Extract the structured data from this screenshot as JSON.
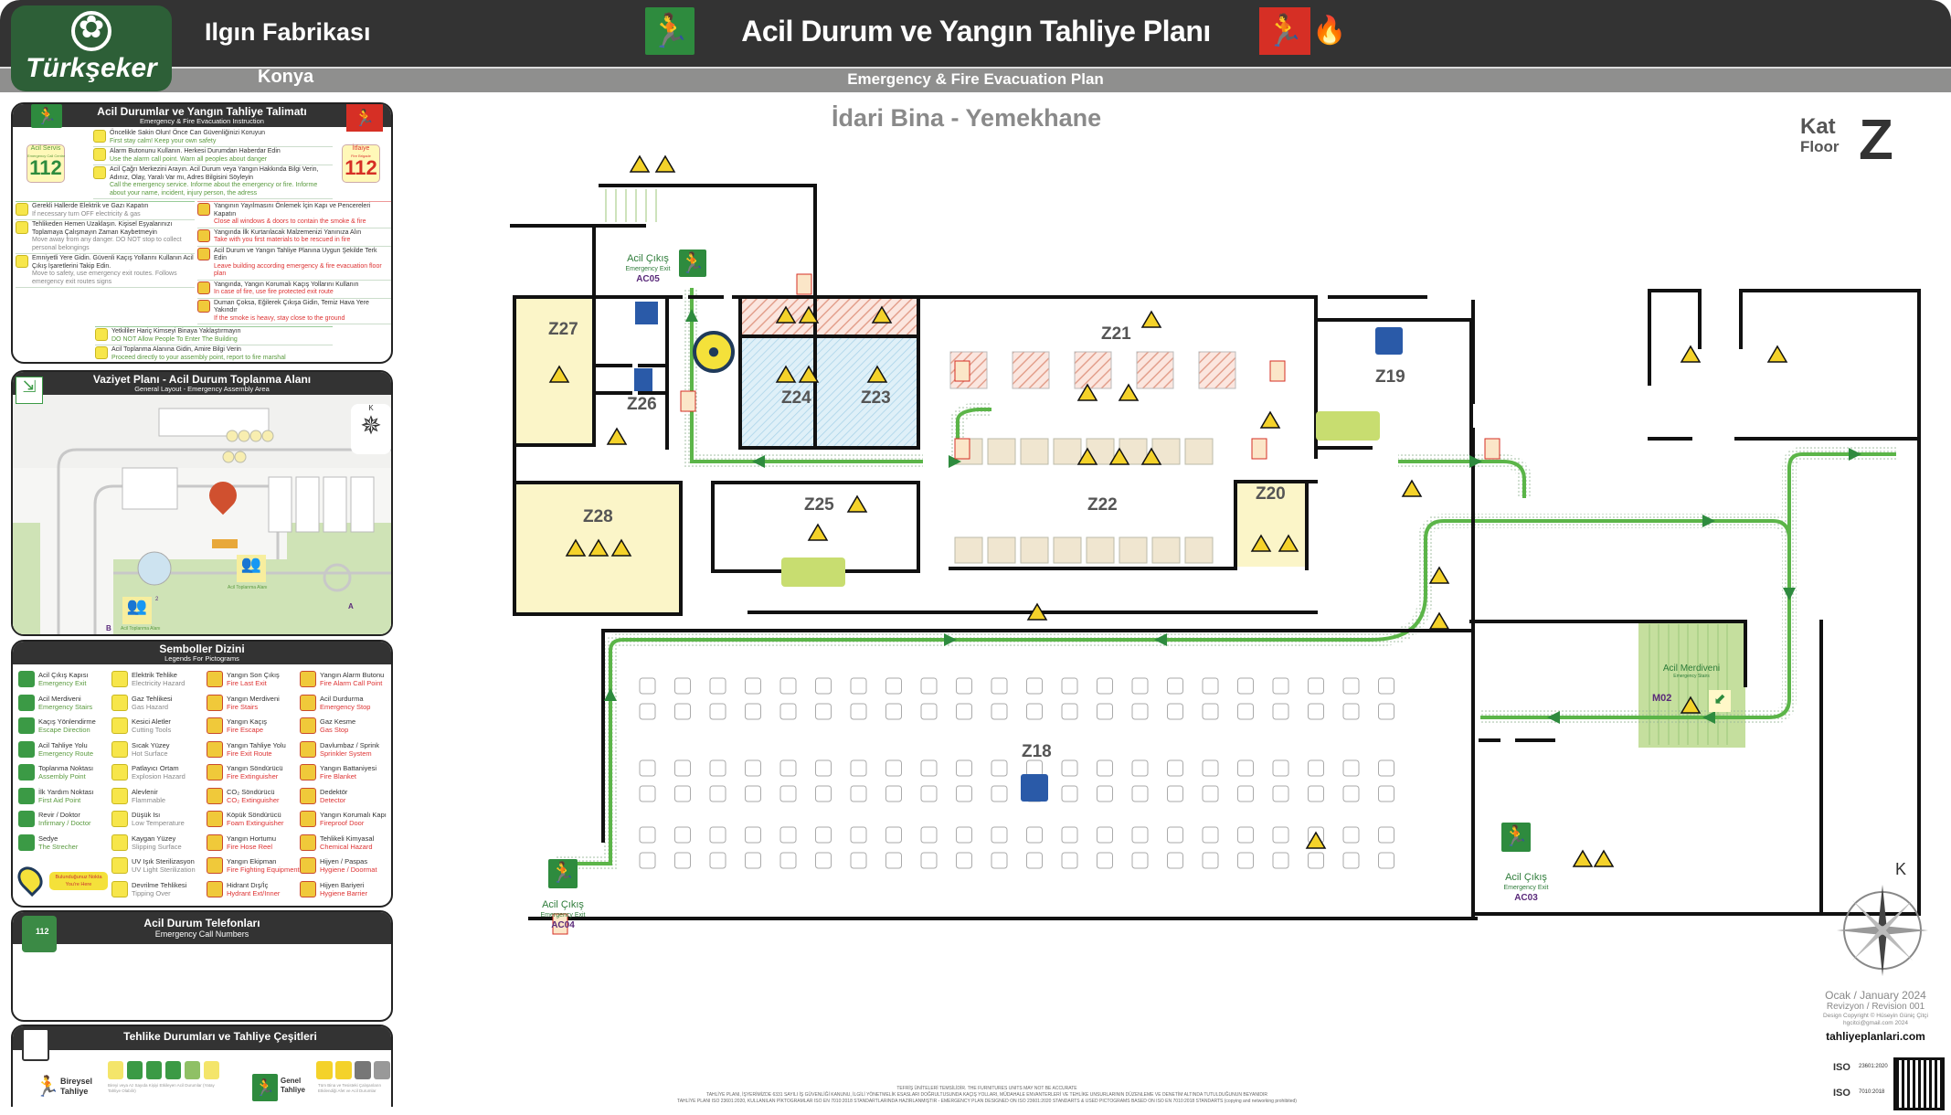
{
  "header": {
    "brand": "Türkşeker",
    "facility": "Ilgın Fabrikası",
    "city": "Konya",
    "title": "Acil Durum ve Yangın Tahliye Planı",
    "subtitle": "Emergency & Fire Evacuation Plan"
  },
  "instructions": {
    "title": "Acil Durumlar ve Yangın Tahliye Talimatı",
    "subtitle": "Emergency & Fire Evacuation Instruction",
    "emergency_service": {
      "label": "Acil Servis",
      "sub": "Emergency Call Centre",
      "number": "112"
    },
    "fire_brigade": {
      "label": "İtfaiye",
      "sub": "Fire Brigade",
      "number": "112"
    },
    "center_items": [
      {
        "tr": "Öncelikle Sakin Olun! Önce Can Güvenliğinizi Koruyun",
        "en": "First stay calm! Keep your own safety"
      },
      {
        "tr": "Alarm Butonunu Kullanın. Herkesi Durumdan Haberdar Edin",
        "en": "Use the alarm call point. Warn all peoples about danger"
      },
      {
        "tr": "Acil Çağrı Merkezini Arayın. Acil Durum veya Yangın Hakkında Bilgi Verin, Adınız, Olay, Yaralı Var mı, Adres Bilgisini Söyleyin",
        "en": "Call the emergency service. Informe about the emergency or fire. Informe about your name, incident, injury person, the adress"
      }
    ],
    "left_items": [
      {
        "tr": "Gerekli Hallerde Elektrik ve Gazı Kapatın",
        "en": "If necessary turn OFF electricity & gas"
      },
      {
        "tr": "Tehlikeden Hemen Uzaklaşın. Kişisel Eşyalarınızı Toplamaya Çalışmayın Zaman Kaybetmeyin",
        "en": "Move away from any danger. DO NOT stop to collect personal belongings"
      },
      {
        "tr": "Emniyetli Yere Gidin. Güvenli Kaçış Yollarını Kullanın Acil Çıkış İşaretlerini Takip Edin.",
        "en": "Move to safety, use emergency exit routes. Follows emergency exit routes signs"
      }
    ],
    "right_items": [
      {
        "tr": "Yangının Yayılmasını Önlemek İçin Kapı ve Pencereleri Kapatın",
        "en": "Close all windows & doors to contain the smoke & fire"
      },
      {
        "tr": "Yangında İlk Kurtarılacak Malzemenizi Yanınıza Alın",
        "en": "Take with you first materials to be rescued in fire"
      },
      {
        "tr": "Acil Durum ve Yangın Tahliye Planına Uygun Şekilde Terk Edin",
        "en": "Leave building according emergency & fire evacuation floor plan"
      },
      {
        "tr": "Yangında, Yangın Korumalı Kaçış Yollarını Kullanın",
        "en": "In case of fire, use fire protected exit route"
      },
      {
        "tr": "Duman Çoksa, Eğilerek Çıkışa Gidin, Temiz Hava Yere Yakındır",
        "en": "If the smoke is heavy, stay close to the ground"
      }
    ],
    "bottom_items": [
      {
        "tr": "Yetkililer Hariç Kimseyi Binaya Yaklaştırmayın",
        "en": "DO NOT Allow People To Enter The Building"
      },
      {
        "tr": "Acil Toplanma Alanına Gidin, Amire Bilgi Verin",
        "en": "Proceed directly to your assembly point, report to fire marshal"
      }
    ]
  },
  "site_plan": {
    "title": "Vaziyet Planı - Acil Durum Toplanma Alanı",
    "subtitle": "General Layout - Emergency Assembly Area",
    "north": "K",
    "assembly_1": "Acil Toplanma Alanı",
    "assembly_2": "Acil Toplanma Alanı",
    "assembly_2_number": "2",
    "gate_a": "A",
    "gate_b": "B"
  },
  "legend": {
    "title": "Semboller Dizini",
    "subtitle": "Legends For Pictograms",
    "you_are_here": {
      "tr": "Bulunduğunuz Nokta",
      "en": "You're Here"
    },
    "columns": [
      [
        {
          "tr": "Acil Çıkış Kapısı",
          "en": "Emergency Exit"
        },
        {
          "tr": "Acil Merdiveni",
          "en": "Emergency Stairs"
        },
        {
          "tr": "Kaçış Yönlendirme",
          "en": "Escape Direction"
        },
        {
          "tr": "Acil Tahliye Yolu",
          "en": "Emergency Route"
        },
        {
          "tr": "Toplanma Noktası",
          "en": "Assembly Point"
        },
        {
          "tr": "İlk Yardım Noktası",
          "en": "First Aid Point"
        },
        {
          "tr": "Revir / Doktor",
          "en": "Infirmary / Doctor"
        },
        {
          "tr": "Sedye",
          "en": "The Strecher"
        }
      ],
      [
        {
          "tr": "Elektrik Tehlike",
          "en": "Electricity Hazard"
        },
        {
          "tr": "Gaz Tehlikesi",
          "en": "Gas Hazard"
        },
        {
          "tr": "Kesici Aletler",
          "en": "Cutting Tools"
        },
        {
          "tr": "Sıcak Yüzey",
          "en": "Hot Surface"
        },
        {
          "tr": "Patlayıcı Ortam",
          "en": "Explosion Hazard"
        },
        {
          "tr": "Alevlenir",
          "en": "Flammable"
        },
        {
          "tr": "Düşük Isı",
          "en": "Low Temperature"
        },
        {
          "tr": "Kaygan Yüzey",
          "en": "Slipping Surface"
        },
        {
          "tr": "UV Işık Sterilizasyon",
          "en": "UV Light Sterilization"
        },
        {
          "tr": "Devrilme Tehlikesi",
          "en": "Tipping Over"
        }
      ],
      [
        {
          "tr": "Yangın Son Çıkış",
          "en": "Fire Last Exit"
        },
        {
          "tr": "Yangın Merdiveni",
          "en": "Fire Stairs"
        },
        {
          "tr": "Yangın Kaçış",
          "en": "Fire Escape"
        },
        {
          "tr": "Yangın Tahliye Yolu",
          "en": "Fire Exit Route"
        },
        {
          "tr": "Yangın Söndürücü",
          "en": "Fire Extinguisher"
        },
        {
          "tr": "CO₂ Söndürücü",
          "en": "CO₂ Extinguisher"
        },
        {
          "tr": "Köpük Söndürücü",
          "en": "Foam Extinguisher"
        },
        {
          "tr": "Yangın Hortumu",
          "en": "Fire Hose Reel"
        },
        {
          "tr": "Yangın Ekipman",
          "en": "Fire Fighting Equipment"
        },
        {
          "tr": "Hidrant Dış/İç",
          "en": "Hydrant Ext/Inner"
        }
      ],
      [
        {
          "tr": "Yangın Alarm Butonu",
          "en": "Fire Alarm Call Point"
        },
        {
          "tr": "Acil Durdurma",
          "en": "Emergency Stop"
        },
        {
          "tr": "Gaz Kesme",
          "en": "Gas Stop"
        },
        {
          "tr": "Davlumbaz / Sprink",
          "en": "Sprinkler System"
        },
        {
          "tr": "Yangın Battaniyesi",
          "en": "Fire Blanket"
        },
        {
          "tr": "Dedektör",
          "en": "Detector"
        },
        {
          "tr": "Yangın Korumalı Kapı",
          "en": "Fireproof Door"
        },
        {
          "tr": "Tehlikeli Kimyasal",
          "en": "Chemical Hazard"
        },
        {
          "tr": "Hijyen / Paspas",
          "en": "Hygiene / Doormat"
        },
        {
          "tr": "Hijyen Bariyeri",
          "en": "Hygiene Barrier"
        }
      ]
    ]
  },
  "phones": {
    "title": "Acil Durum Telefonları",
    "subtitle": "Emergency Call Numbers",
    "icon_number": "112"
  },
  "evacuation_types": {
    "title": "Tehlike Durumları ve Tahliye Çeşitleri",
    "individual": {
      "line1": "Bireysel",
      "line2": "Tahliye",
      "desc": "Bireyi veya Az Sayıda Kişiyi Etkileyen Acil Durumlar (Yatay Tahliye Olabilir)"
    },
    "general": {
      "line1": "Genel",
      "line2": "Tahliye",
      "desc": "Tüm Bina ve Tesisteki Çalışanların Etkilendiği Afet ve Acil Durumlar"
    }
  },
  "plan": {
    "building": "İdari Bina - Yemekhane",
    "floor_tr": "Kat",
    "floor_en": "Floor",
    "floor_code": "Z",
    "rooms": [
      "Z27",
      "Z26",
      "Z24",
      "Z23",
      "Z21",
      "Z19",
      "Z28",
      "Z25",
      "Z22",
      "Z20",
      "Z18"
    ],
    "stairs": {
      "tr": "Acil Merdiveni",
      "en": "Emergency Stairs",
      "code": "M02"
    },
    "exits": [
      {
        "tr": "Acil Çıkış",
        "en": "Emergency Exit",
        "code": "AC05"
      },
      {
        "tr": "Acil Çıkış",
        "en": "Emergency Exit",
        "code": "AC04"
      },
      {
        "tr": "Acil Çıkış",
        "en": "Emergency Exit",
        "code": "AC03"
      }
    ],
    "north": "K"
  },
  "info": {
    "date": "Ocak / January 2024",
    "revision": "Revizyon / Revision 001",
    "copyright": "Design Copyright © Hüseyin Güniç Çitçi",
    "email": "hgcitci@gmail.com 2024",
    "website": "tahliyeplanlari.com",
    "iso1": "23601:2020",
    "iso2": "7010:2018",
    "iso_label": "ISO"
  },
  "footer": {
    "line1": "TEFRİŞ ÜNİTELERİ TEMSİLİDİR. THE FURNITURES UNITS MAY NOT BE ACCURATE",
    "line2": "TAHLİYE PLANI, İŞYERİMİZDE 6331 SAYILI İŞ GÜVENLİĞİ KANUNU, İLGİLİ YÖNETMELİK ESASLARI DOĞRULTUSUNDA KAÇIŞ YOLLARI, MÜDAHALE ENVANTERLERİ VE TEHLİKE UNSURLARININ DÜZENLEME VE DENETİM ALTINDA TUTULDUĞUNUN BEYANIDIR",
    "line3": "TAHLİYE PLANI ISO 23601:2020, KULLANILAN PİKTOGRAMLAR ISO EN 7010:2018 STANDARTLARINDA HAZIRLANMIŞTIR - EMERGENCY PLAN DESIGNED ON ISO 23601:2020 STANDARTS & USED PICTOGRAMS BASED ON ISO EN 7010:2018 STANDARTS (copying and networking prohibited)"
  },
  "colors": {
    "header": "#333333",
    "band": "#8f8f8e",
    "brand_green": "#2d5f37",
    "route_green": "#5bb548",
    "fire_red": "#d62f25",
    "room_yellow": "#fbf5c8"
  }
}
